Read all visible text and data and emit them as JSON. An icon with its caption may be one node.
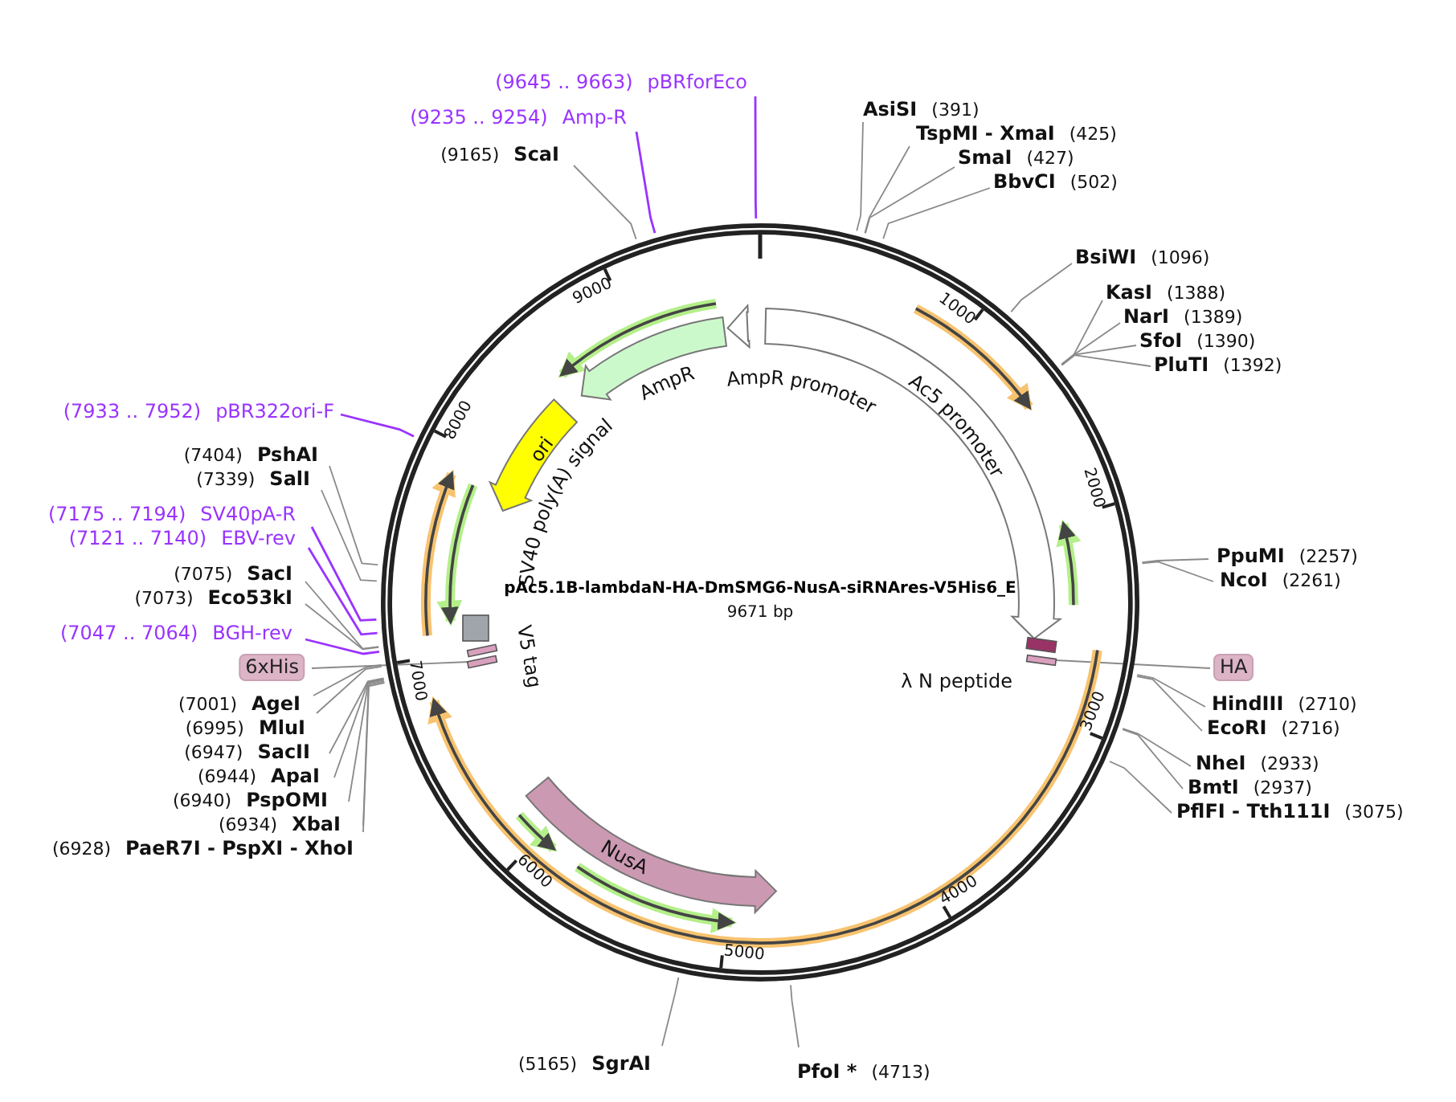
{
  "diagram": {
    "title": "pAc5.1B-lambdaN-HA-DmSMG6-NusA-siRNAres-V5His6_E",
    "nodes": [
      {
        "text": [
          "(9645 .. 9663)",
          "pBRforEco"
        ]
      },
      {
        "text": [
          "(9235 .. 9254)",
          "Amp-R"
        ]
      },
      {
        "text": [
          "(9165)",
          "ScaI"
        ]
      },
      {
        "text": [
          "AsiSI",
          "(391)"
        ]
      },
      {
        "text": [
          "TspMI - XmaI",
          "(425)"
        ]
      },
      {
        "text": [
          "SmaI",
          "(427)"
        ]
      },
      {
        "text": [
          "BbvCI",
          "(502)"
        ]
      },
      {
        "text": [
          "BsiWI",
          "(1096)"
        ]
      },
      {
        "text": [
          "KasI",
          "(1388)"
        ]
      },
      {
        "text": [
          "NarI",
          "(1389)"
        ]
      },
      {
        "text": [
          "SfoI",
          "(1390)"
        ]
      },
      {
        "text": [
          "PluTI",
          "(1392)"
        ]
      },
      {
        "text": [
          "(7933 .. 7952)",
          "pBR322ori-F"
        ]
      },
      {
        "text": [
          "(7404)",
          "PshAI"
        ]
      },
      {
        "text": [
          "(7339)",
          "SalI"
        ]
      },
      {
        "text": [
          "(7175 .. 7194)",
          "SV40pA-R"
        ]
      },
      {
        "text": [
          "(7121 .. 7140)",
          "EBV-rev"
        ]
      },
      {
        "text": [
          "PpuMI",
          "(2257)"
        ]
      },
      {
        "text": [
          "NcoI",
          "(2261)"
        ]
      },
      {
        "text": [
          "(7075)",
          "SacI"
        ]
      },
      {
        "text": [
          "(7073)",
          "Eco53kI"
        ]
      },
      {
        "text": [
          "(7047 .. 7064)",
          "BGH-rev"
        ]
      },
      {
        "text": [
          "6xHis"
        ]
      },
      {
        "text": [
          "HA"
        ]
      },
      {
        "text": [
          "HindIII",
          "(2710)"
        ]
      },
      {
        "text": [
          "EcoRI",
          "(2716)"
        ]
      },
      {
        "text": [
          "(7001)",
          "AgeI"
        ]
      },
      {
        "text": [
          "(6995)",
          "MluI"
        ]
      },
      {
        "text": [
          "NheI",
          "(2933)"
        ]
      },
      {
        "text": [
          "(6947)",
          "SacII"
        ]
      },
      {
        "text": [
          "BmtI",
          "(2937)"
        ]
      },
      {
        "text": [
          "(6944)",
          "ApaI"
        ]
      },
      {
        "text": [
          "PflFI - Tth111I",
          "(3075)"
        ]
      },
      {
        "text": [
          "(6940)",
          "PspOMI"
        ]
      },
      {
        "text": [
          "(6934)",
          "XbaI"
        ]
      },
      {
        "text": [
          "(6928)",
          "PaeR7I - PspXI - XhoI"
        ]
      },
      {
        "text": [
          "(5165)",
          "SgrAI"
        ]
      },
      {
        "text": [
          "PfoI *",
          "(4713)"
        ]
      },
      {
        "text": [
          "AmpR promoter"
        ]
      },
      {
        "text": [
          "AmpR"
        ]
      },
      {
        "text": [
          "Ac5 promoter"
        ]
      },
      {
        "text": [
          "ori"
        ]
      },
      {
        "text": [
          "SV40 poly(A) signal"
        ]
      },
      {
        "text": [
          "V5 tag"
        ]
      },
      {
        "text": [
          "λ N peptide"
        ]
      },
      {
        "text": [
          "NusA"
        ]
      },
      {
        "text": [],
        "shape": "box"
      },
      {
        "text": [],
        "shape": "box"
      }
    ],
    "edges": [
      {
        "from": 0,
        "to": null,
        "arrow": "none",
        "color": "#9933ff"
      },
      {
        "from": 1,
        "to": null,
        "arrow": "none",
        "color": "#9933ff"
      },
      {
        "from": 2,
        "to": null,
        "arrow": "none"
      },
      {
        "from": 3,
        "to": null,
        "arrow": "none"
      },
      {
        "from": 4,
        "to": null,
        "arrow": "none"
      },
      {
        "from": 5,
        "to": null,
        "arrow": "none"
      },
      {
        "from": 6,
        "to": null,
        "arrow": "none"
      },
      {
        "from": 7,
        "to": null,
        "arrow": "none"
      },
      {
        "from": 8,
        "to": null,
        "arrow": "none"
      },
      {
        "from": 9,
        "to": null,
        "arrow": "none"
      },
      {
        "from": 10,
        "to": null,
        "arrow": "none"
      },
      {
        "from": 11,
        "to": null,
        "arrow": "none"
      },
      {
        "from": 12,
        "to": null,
        "arrow": "none",
        "color": "#9933ff"
      },
      {
        "from": 13,
        "to": null,
        "arrow": "none"
      },
      {
        "from": 14,
        "to": null,
        "arrow": "none"
      },
      {
        "from": 15,
        "to": null,
        "arrow": "none",
        "color": "#9933ff"
      },
      {
        "from": 16,
        "to": null,
        "arrow": "none",
        "color": "#9933ff"
      },
      {
        "from": 17,
        "to": null,
        "arrow": "none"
      },
      {
        "from": 18,
        "to": null,
        "arrow": "none"
      },
      {
        "from": 19,
        "to": null,
        "arrow": "none"
      },
      {
        "from": 20,
        "to": null,
        "arrow": "none"
      },
      {
        "from": 21,
        "to": null,
        "arrow": "none",
        "color": "#9933ff"
      },
      {
        "from": 22,
        "to": 46,
        "arrow": "none"
      },
      {
        "from": 23,
        "to": 47,
        "arrow": "none"
      },
      {
        "from": 24,
        "to": null,
        "arrow": "none"
      },
      {
        "from": 25,
        "to": null,
        "arrow": "none"
      },
      {
        "from": 26,
        "to": null,
        "arrow": "none"
      },
      {
        "from": 27,
        "to": null,
        "arrow": "none"
      },
      {
        "from": 28,
        "to": null,
        "arrow": "none"
      },
      {
        "from": 29,
        "to": null,
        "arrow": "none"
      },
      {
        "from": 30,
        "to": null,
        "arrow": "none"
      },
      {
        "from": 31,
        "to": null,
        "arrow": "none"
      },
      {
        "from": 32,
        "to": null,
        "arrow": "none"
      },
      {
        "from": 33,
        "to": null,
        "arrow": "none"
      },
      {
        "from": 34,
        "to": null,
        "arrow": "none"
      },
      {
        "from": 35,
        "to": null,
        "arrow": "none"
      },
      {
        "from": 36,
        "to": null,
        "arrow": "none"
      },
      {
        "from": 37,
        "to": null,
        "arrow": "none"
      }
    ],
    "labels": [
      "9000",
      "1000",
      "8000",
      "2000",
      "9671 bp",
      "7000",
      "3000",
      "6000",
      "4000",
      "5000"
    ]
  }
}
